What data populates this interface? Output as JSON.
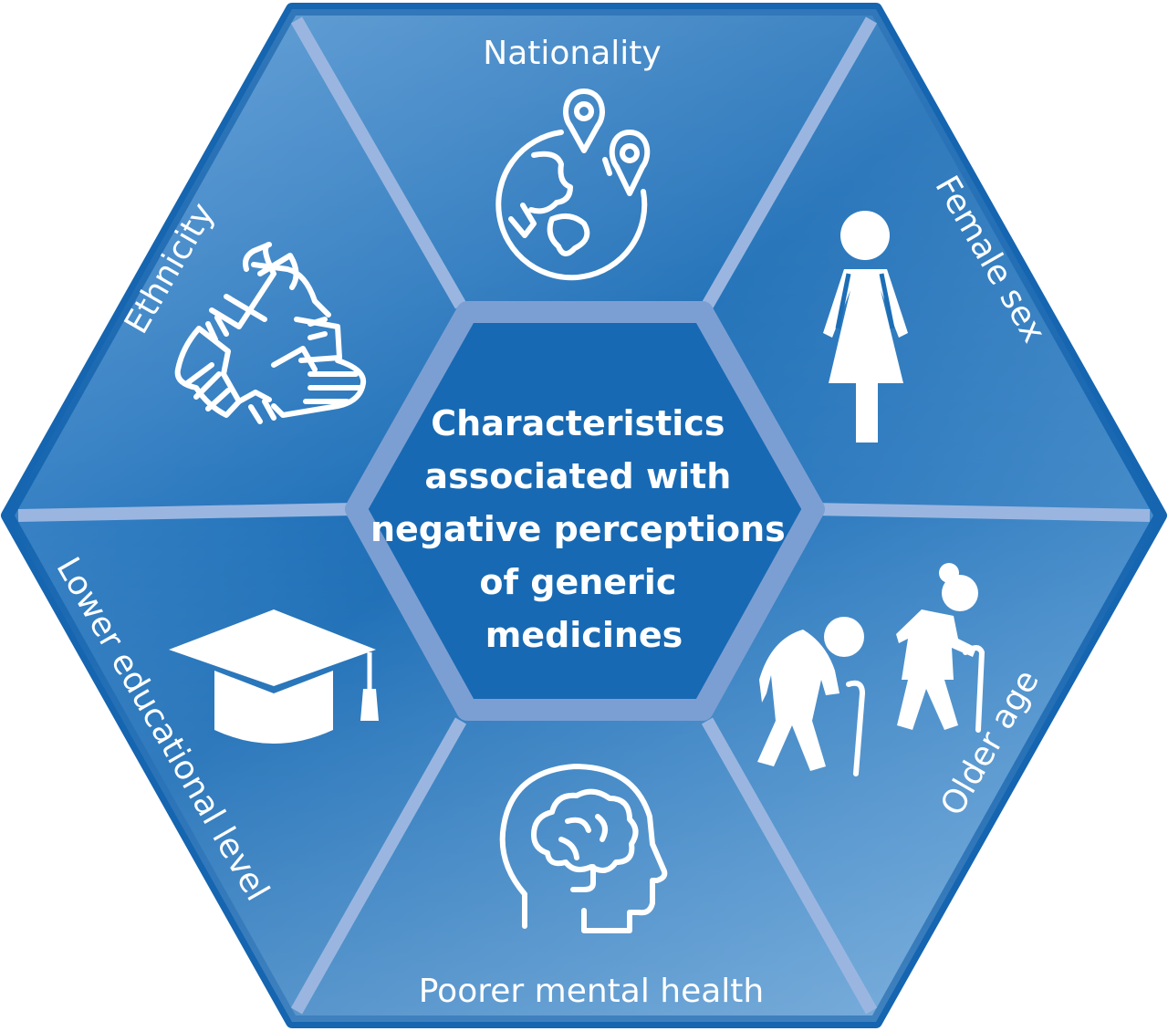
{
  "center": {
    "lines": [
      "Characteristics",
      "associated with",
      "negative perceptions",
      "of generic",
      "medicines"
    ]
  },
  "segments": {
    "top": {
      "label": "Nationality",
      "icon": "globe-location-icon"
    },
    "top_right": {
      "label": "Female sex",
      "icon": "female-figure-icon"
    },
    "bottom_right": {
      "label": "Older age",
      "icon": "elderly-couple-icon"
    },
    "bottom": {
      "label": "Poorer mental health",
      "icon": "head-brain-icon"
    },
    "bottom_left": {
      "label": "Lower educational level",
      "icon": "graduation-cap-icon"
    },
    "top_left": {
      "label": "Ethnicity",
      "icon": "joined-hands-icon"
    }
  },
  "colors": {
    "hex_fill": "#1f6fb8",
    "hex_border": "#1565b0",
    "divider": "#8fb0dd",
    "center_fill": "#1769b3",
    "center_border": "#7c9fd3",
    "text": "#ffffff"
  }
}
